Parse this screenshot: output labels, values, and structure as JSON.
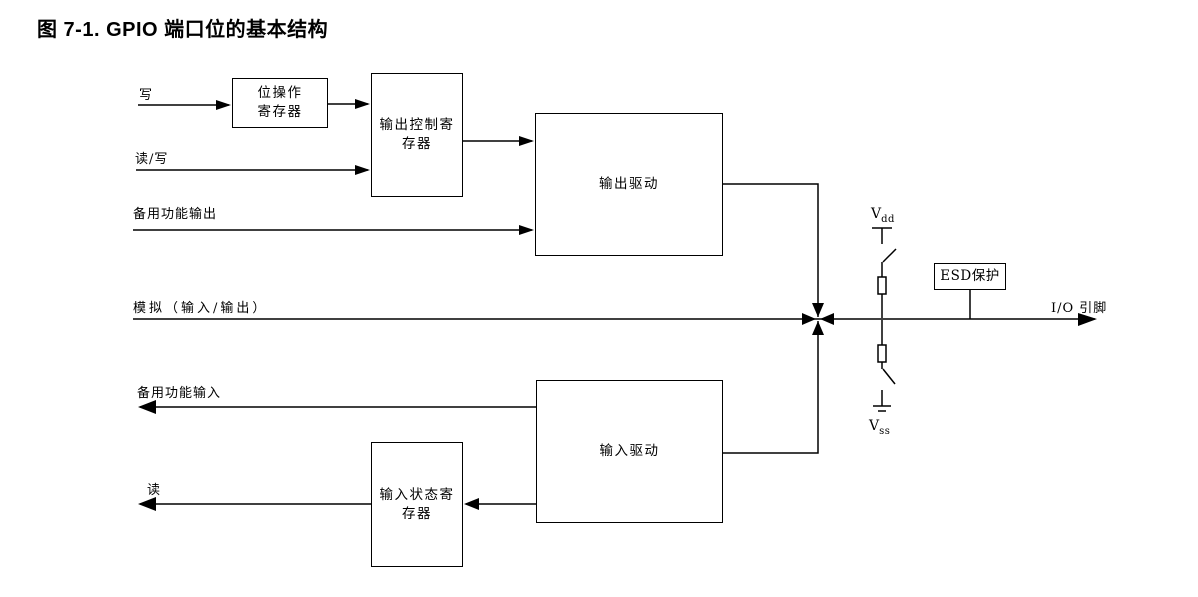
{
  "title": "图 7-1. GPIO 端口位的基本结构",
  "boxes": {
    "bit_operation_register": "位操作\n寄存器",
    "output_control_register": "输出控制寄\n存器",
    "output_driver": "输出驱动",
    "input_driver": "输入驱动",
    "input_status_register": "输入状态寄\n存器",
    "esd_protection": "ESD保护"
  },
  "signals": {
    "write": "写",
    "read_write": "读/写",
    "alternate_function_output": "备用功能输出",
    "analog_io": "模拟（输入/输出）",
    "alternate_function_input": "备用功能输入",
    "read": "读",
    "io_pin": "I/O 引脚"
  },
  "power": {
    "vdd_main": "V",
    "vdd_sub": "dd",
    "vss_main": "V",
    "vss_sub": "ss"
  },
  "colors": {
    "line": "#000000",
    "text": "#000000",
    "background": "#ffffff"
  }
}
